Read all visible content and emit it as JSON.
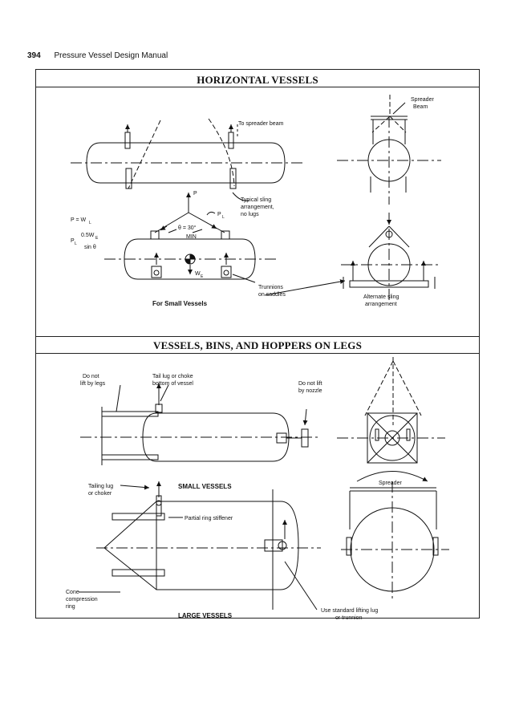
{
  "header": {
    "page_number": "394",
    "book_title": "Pressure Vessel Design Manual"
  },
  "sections": {
    "horizontal": "HORIZONTAL VESSELS",
    "legs": "VESSELS, BINS, AND HOPPERS ON LEGS"
  },
  "labels": {
    "spreader_beam_1": "Spreader",
    "spreader_beam_2": "Beam",
    "to_spreader_beam": "To spreader beam",
    "sling_1": "Typical sling",
    "sling_2": "arrangement,",
    "sling_3": "no lugs",
    "p": "P",
    "pl": "P",
    "pl_sub": "L",
    "theta": "θ = 30°",
    "min": "MIN",
    "we": "W",
    "we_sub": "E",
    "eq1": "P = W",
    "eq1_sub": "L",
    "eq2_lhs": "P",
    "eq2_lhs_sub": "L",
    "eq2_num": "0.5W",
    "eq2_num_sub": "E",
    "eq2_den": "sin θ",
    "trunnions_1": "Trunnions",
    "trunnions_2": "on saddles",
    "small_caption": "For Small Vessels",
    "alt_sling_1": "Alternate sling",
    "alt_sling_2": "arrangement",
    "no_lift_legs_1": "Do not",
    "no_lift_legs_2": "lift by legs",
    "tail_lug_1": "Tail lug or choke",
    "tail_lug_2": "bottom of vessel",
    "no_lift_nozzle_1": "Do not lift",
    "no_lift_nozzle_2": "by nozzle",
    "small_vessels": "SMALL VESSELS",
    "tailing_lug_1": "Tailing lug",
    "tailing_lug_2": "or choker",
    "partial_ring": "Partial ring stiffener",
    "spreader": "Spreader",
    "cone_1": "Cone",
    "cone_2": "compression",
    "cone_3": "ring",
    "large_vessels": "LARGE VESSELS",
    "std_lug_1": "Use standard lifting lug",
    "std_lug_2": "or trunnion"
  }
}
